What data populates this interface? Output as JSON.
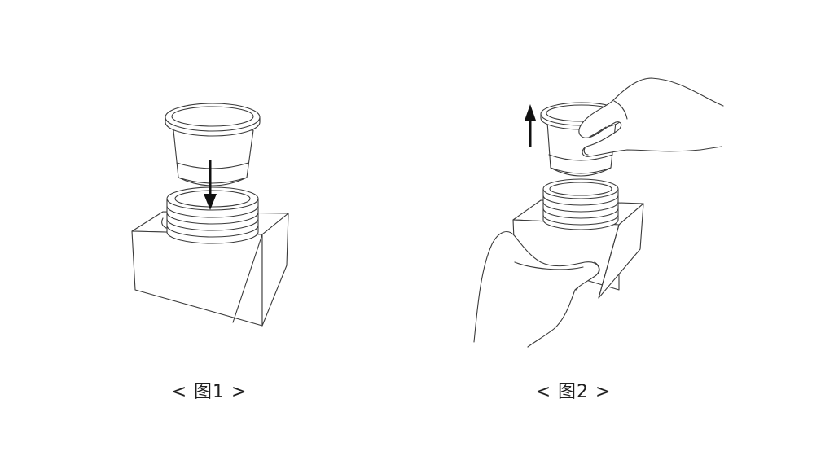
{
  "figures": [
    {
      "caption": "< 图1 >",
      "arrow": "down-arrow"
    },
    {
      "caption": "< 图2 >",
      "arrow": "up-arrow"
    }
  ]
}
